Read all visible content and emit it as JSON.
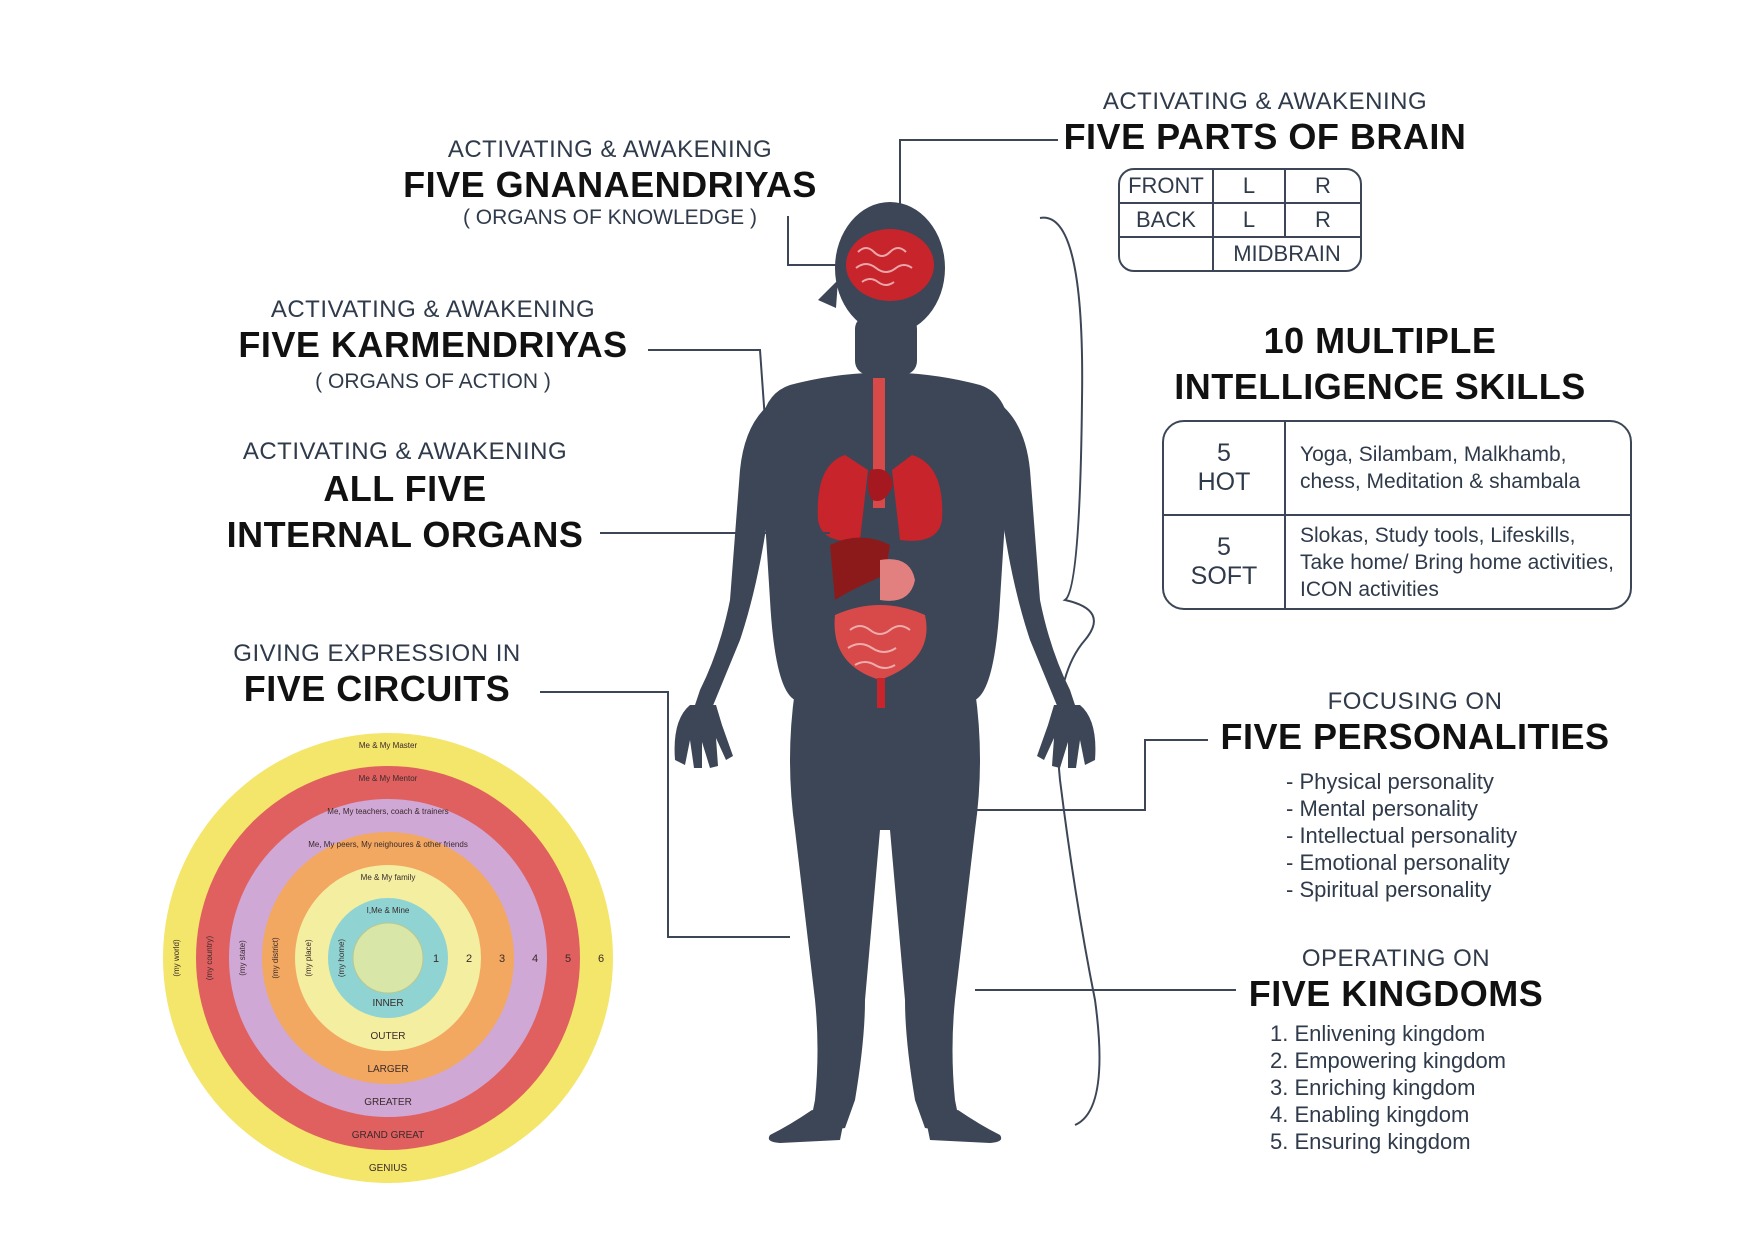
{
  "gnanaendriyas": {
    "subtitle": "ACTIVATING & AWAKENING",
    "title": "FIVE GNANAENDRIYAS",
    "note": "( ORGANS OF KNOWLEDGE )"
  },
  "karmendriyas": {
    "subtitle": "ACTIVATING & AWAKENING",
    "title": "FIVE KARMENDRIYAS",
    "note": "( ORGANS OF ACTION )"
  },
  "internal_organs": {
    "subtitle": "ACTIVATING & AWAKENING",
    "title_line1": "ALL FIVE",
    "title_line2": "INTERNAL ORGANS"
  },
  "circuits": {
    "subtitle": "GIVING EXPRESSION IN",
    "title": "FIVE CIRCUITS",
    "rings": [
      {
        "name": "Me & My Master",
        "side": "(my world)",
        "num": "6",
        "level": "GENIUS",
        "color": "#f4e56b"
      },
      {
        "name": "Me & My Mentor",
        "side": "(my country)",
        "num": "5",
        "level": "GRAND GREAT",
        "color": "#e06060"
      },
      {
        "name": "Me, My teachers, coach & trainers",
        "side": "(my state)",
        "num": "4",
        "level": "GREATER",
        "color": "#cfa8d6"
      },
      {
        "name": "Me, My peers, My neighoures & other friends",
        "side": "(my district)",
        "num": "3",
        "level": "LARGER",
        "color": "#f2a860"
      },
      {
        "name": "Me & My family",
        "side": "(my place)",
        "num": "2",
        "level": "OUTER",
        "color": "#f3eea0"
      },
      {
        "name": "I,Me & Mine",
        "side": "(my home)",
        "num": "1",
        "level": "INNER",
        "color": "#8fd3d3"
      }
    ],
    "core_color": "#d8e6a8"
  },
  "brain": {
    "subtitle": "ACTIVATING & AWAKENING",
    "title": "FIVE PARTS OF BRAIN",
    "rows": [
      [
        "FRONT",
        "L",
        "R"
      ],
      [
        "BACK",
        "L",
        "R"
      ],
      [
        "",
        "MIDBRAIN"
      ]
    ]
  },
  "skills": {
    "title_line1": "10 MULTIPLE",
    "title_line2": "INTELLIGENCE SKILLS",
    "rows": [
      {
        "count": "5",
        "kind": "HOT",
        "text": "Yoga, Silambam, Malkhamb, chess, Meditation & shambala"
      },
      {
        "count": "5",
        "kind": "SOFT",
        "text": "Slokas, Study tools, Lifeskills, Take home/ Bring home activities, ICON activities"
      }
    ]
  },
  "personalities": {
    "subtitle": "FOCUSING ON",
    "title": "FIVE PERSONALITIES",
    "items": [
      "- Physical personality",
      "- Mental personality",
      "- Intellectual personality",
      "- Emotional personality",
      "- Spiritual personality"
    ]
  },
  "kingdoms": {
    "subtitle": "OPERATING ON",
    "title": "FIVE KINGDOMS",
    "items": [
      "1. Enlivening kingdom",
      "2. Empowering kingdom",
      "3. Enriching kingdom",
      "4. Enabling kingdom",
      "5. Ensuring kingdom"
    ]
  },
  "colors": {
    "body": "#3c4656",
    "organ": "#c8242b",
    "line": "#3c4656"
  }
}
